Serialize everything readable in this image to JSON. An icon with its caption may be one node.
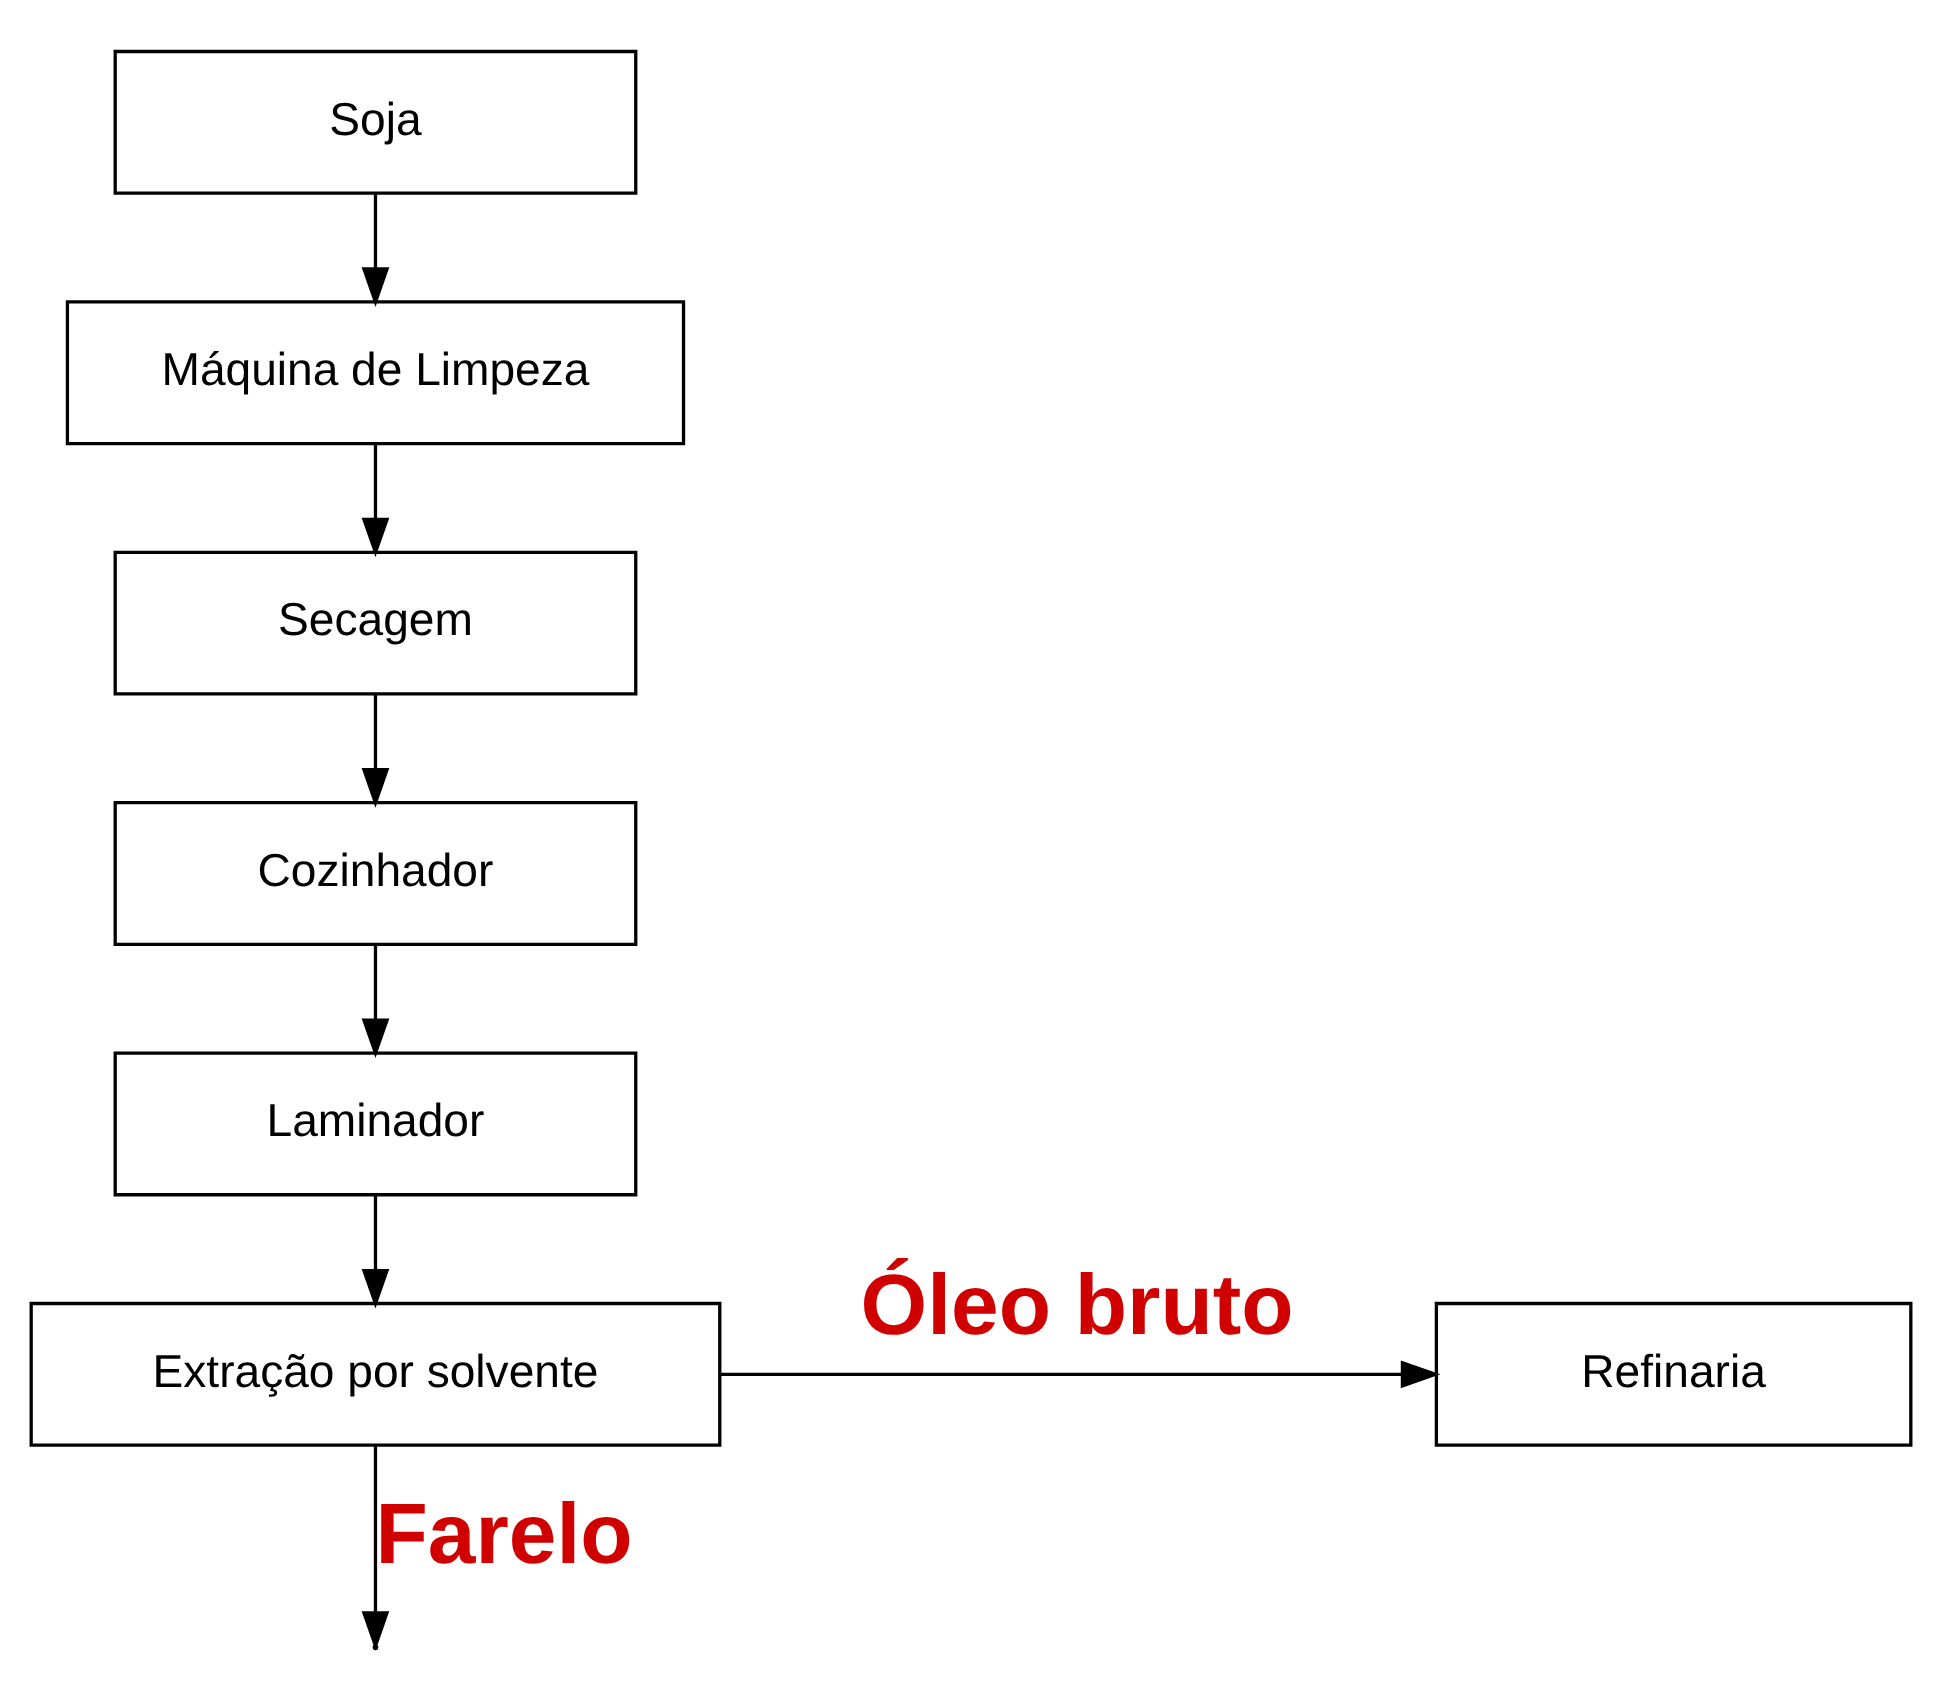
{
  "diagram": {
    "nodes": [
      {
        "text": [
          "Soja"
        ]
      },
      {
        "text": [
          "Máquina de Limpeza"
        ]
      },
      {
        "text": [
          "Secagem"
        ]
      },
      {
        "text": [
          "Cozinhador"
        ]
      },
      {
        "text": [
          "Laminador"
        ]
      },
      {
        "text": [
          "Extração por solvente"
        ]
      },
      {
        "text": [
          "Refinaria"
        ]
      }
    ],
    "edges": [
      {
        "from": 0,
        "to": 1,
        "arrow": "to"
      },
      {
        "from": 1,
        "to": 2,
        "arrow": "to"
      },
      {
        "from": 2,
        "to": 3,
        "arrow": "to"
      },
      {
        "from": 3,
        "to": 4,
        "arrow": "to"
      },
      {
        "from": 4,
        "to": 5,
        "arrow": "to"
      },
      {
        "from": 5,
        "to": 6,
        "arrow": "to",
        "label": "Óleo bruto"
      },
      {
        "from": 5,
        "to": null,
        "arrow": "to",
        "label": "Farelo"
      }
    ]
  }
}
